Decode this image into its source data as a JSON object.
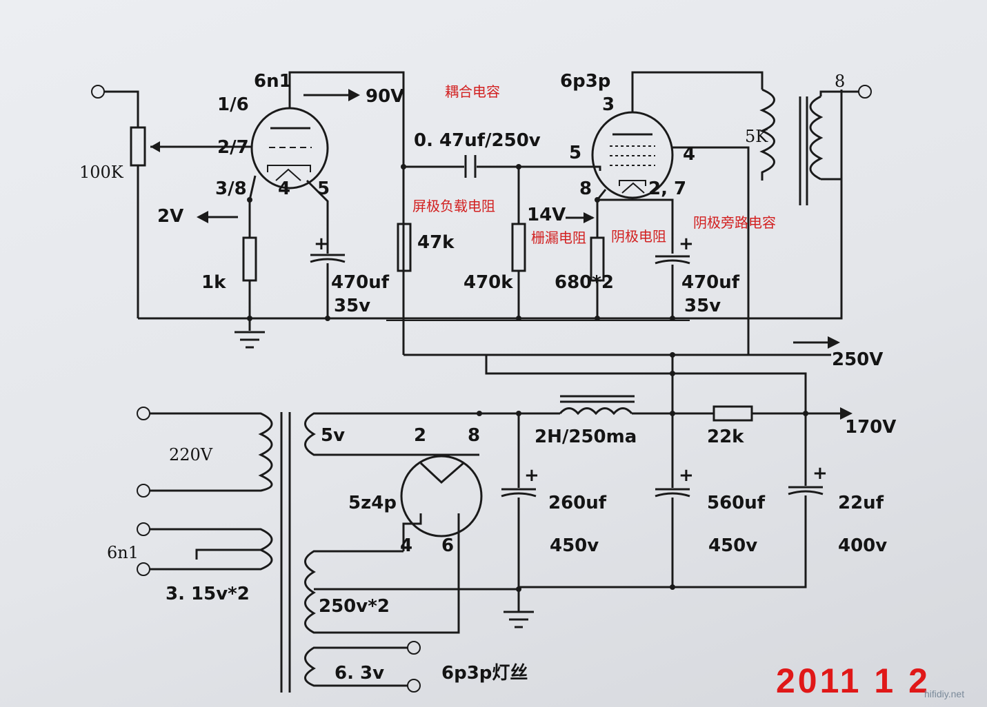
{
  "amp": {
    "tube1": "6n1",
    "tube1_section": "1/6",
    "tube1_grid": "2/7",
    "tube1_cathode": "3/8",
    "tube1_heater_a": "4",
    "tube1_heater_b": "5",
    "volume_pot": "100K",
    "v_plate1": "90V",
    "v_cathode1": "2V",
    "r_cathode1": "1k",
    "c_cathode1": "470uf",
    "c_cathode1_v": "35v",
    "r_plate1": "47k",
    "coupling_cap": "0. 47uf/250v",
    "r_grid2": "470k",
    "tube2": "6p3p",
    "tube2_plate": "3",
    "tube2_g2": "4",
    "tube2_g1": "5",
    "tube2_cathode": "8",
    "tube2_heater": "2, 7",
    "v_grid2": "14V",
    "r_cathode2": "680*2",
    "c_cathode2": "470uf",
    "c_cathode2_v": "35v",
    "ot_primary": "5K",
    "ot_secondary": "8",
    "v_b1": "250V"
  },
  "psu": {
    "mains": "220V",
    "rect_heater": "5v",
    "rect_pin_a": "2",
    "rect_pin_b": "8",
    "rectifier": "5z4p",
    "rect_pin_c": "4",
    "rect_pin_d": "6",
    "heater_tap": "6n1",
    "heater_v": "3. 15v*2",
    "hv_winding": "250v*2",
    "heater2_v": "6. 3v",
    "heater2_label": "6p3p灯丝",
    "choke": "2H/250ma",
    "c1": "260uf",
    "c1_v": "450v",
    "c2": "560uf",
    "c2_v": "450v",
    "r_drop": "22k",
    "c3": "22uf",
    "c3_v": "400v",
    "v_b2": "170V"
  },
  "notes": {
    "coupling": "耦合电容",
    "plate_load": "屏极负载电阻",
    "grid_leak": "栅漏电阻",
    "cathode_r": "阴极电阻",
    "cathode_bypass": "阴极旁路电容"
  },
  "photo": {
    "date": "2011  1  2",
    "watermark": "hifidiy.net"
  }
}
